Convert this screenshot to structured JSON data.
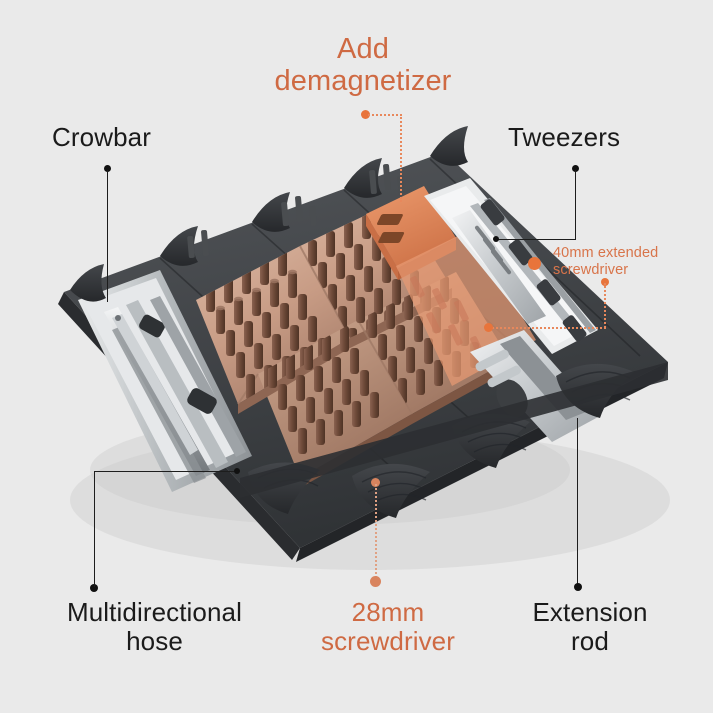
{
  "page": {
    "background_color": "#eaeaea",
    "accent_color": "#cf6a43",
    "text_color": "#1b1b1b",
    "product": "precision screwdriver bit set in folding case"
  },
  "callouts": {
    "crowbar": {
      "label": "Crowbar",
      "style": "dark",
      "leader": "vertical-line-dot-top"
    },
    "demagnetizer": {
      "label": "Add\ndemagnetizer",
      "style": "accent",
      "leader": "dotted-elbow"
    },
    "tweezers": {
      "label": "Tweezers",
      "style": "dark",
      "leader": "elbow-down-left"
    },
    "extended_screwdriver": {
      "label": "40mm extended\nscrewdriver",
      "style": "accent-small",
      "leader": "dotted-elbow-left"
    },
    "hose": {
      "label": "Multidirectional\nhose",
      "style": "dark",
      "leader": "elbow-up-right"
    },
    "screwdriver_28": {
      "label": "28mm\nscrewdriver",
      "style": "accent",
      "leader": "dotted-vertical"
    },
    "extension_rod": {
      "label": "Extension\nrod",
      "style": "dark",
      "leader": "vertical-line-dot-bottom"
    }
  },
  "colors": {
    "case_body": "#3f4246",
    "case_clip": "#3a3d41",
    "tray_tan": "#c9a08b",
    "tray_tan_dark": "#a9806c",
    "bit_brown": "#7a5442",
    "demagnetizer_orange": "#e08a5c",
    "metal_silver": "#cfd2d4",
    "accent_orange": "#e8743b",
    "label_orange": "#d8744a"
  }
}
